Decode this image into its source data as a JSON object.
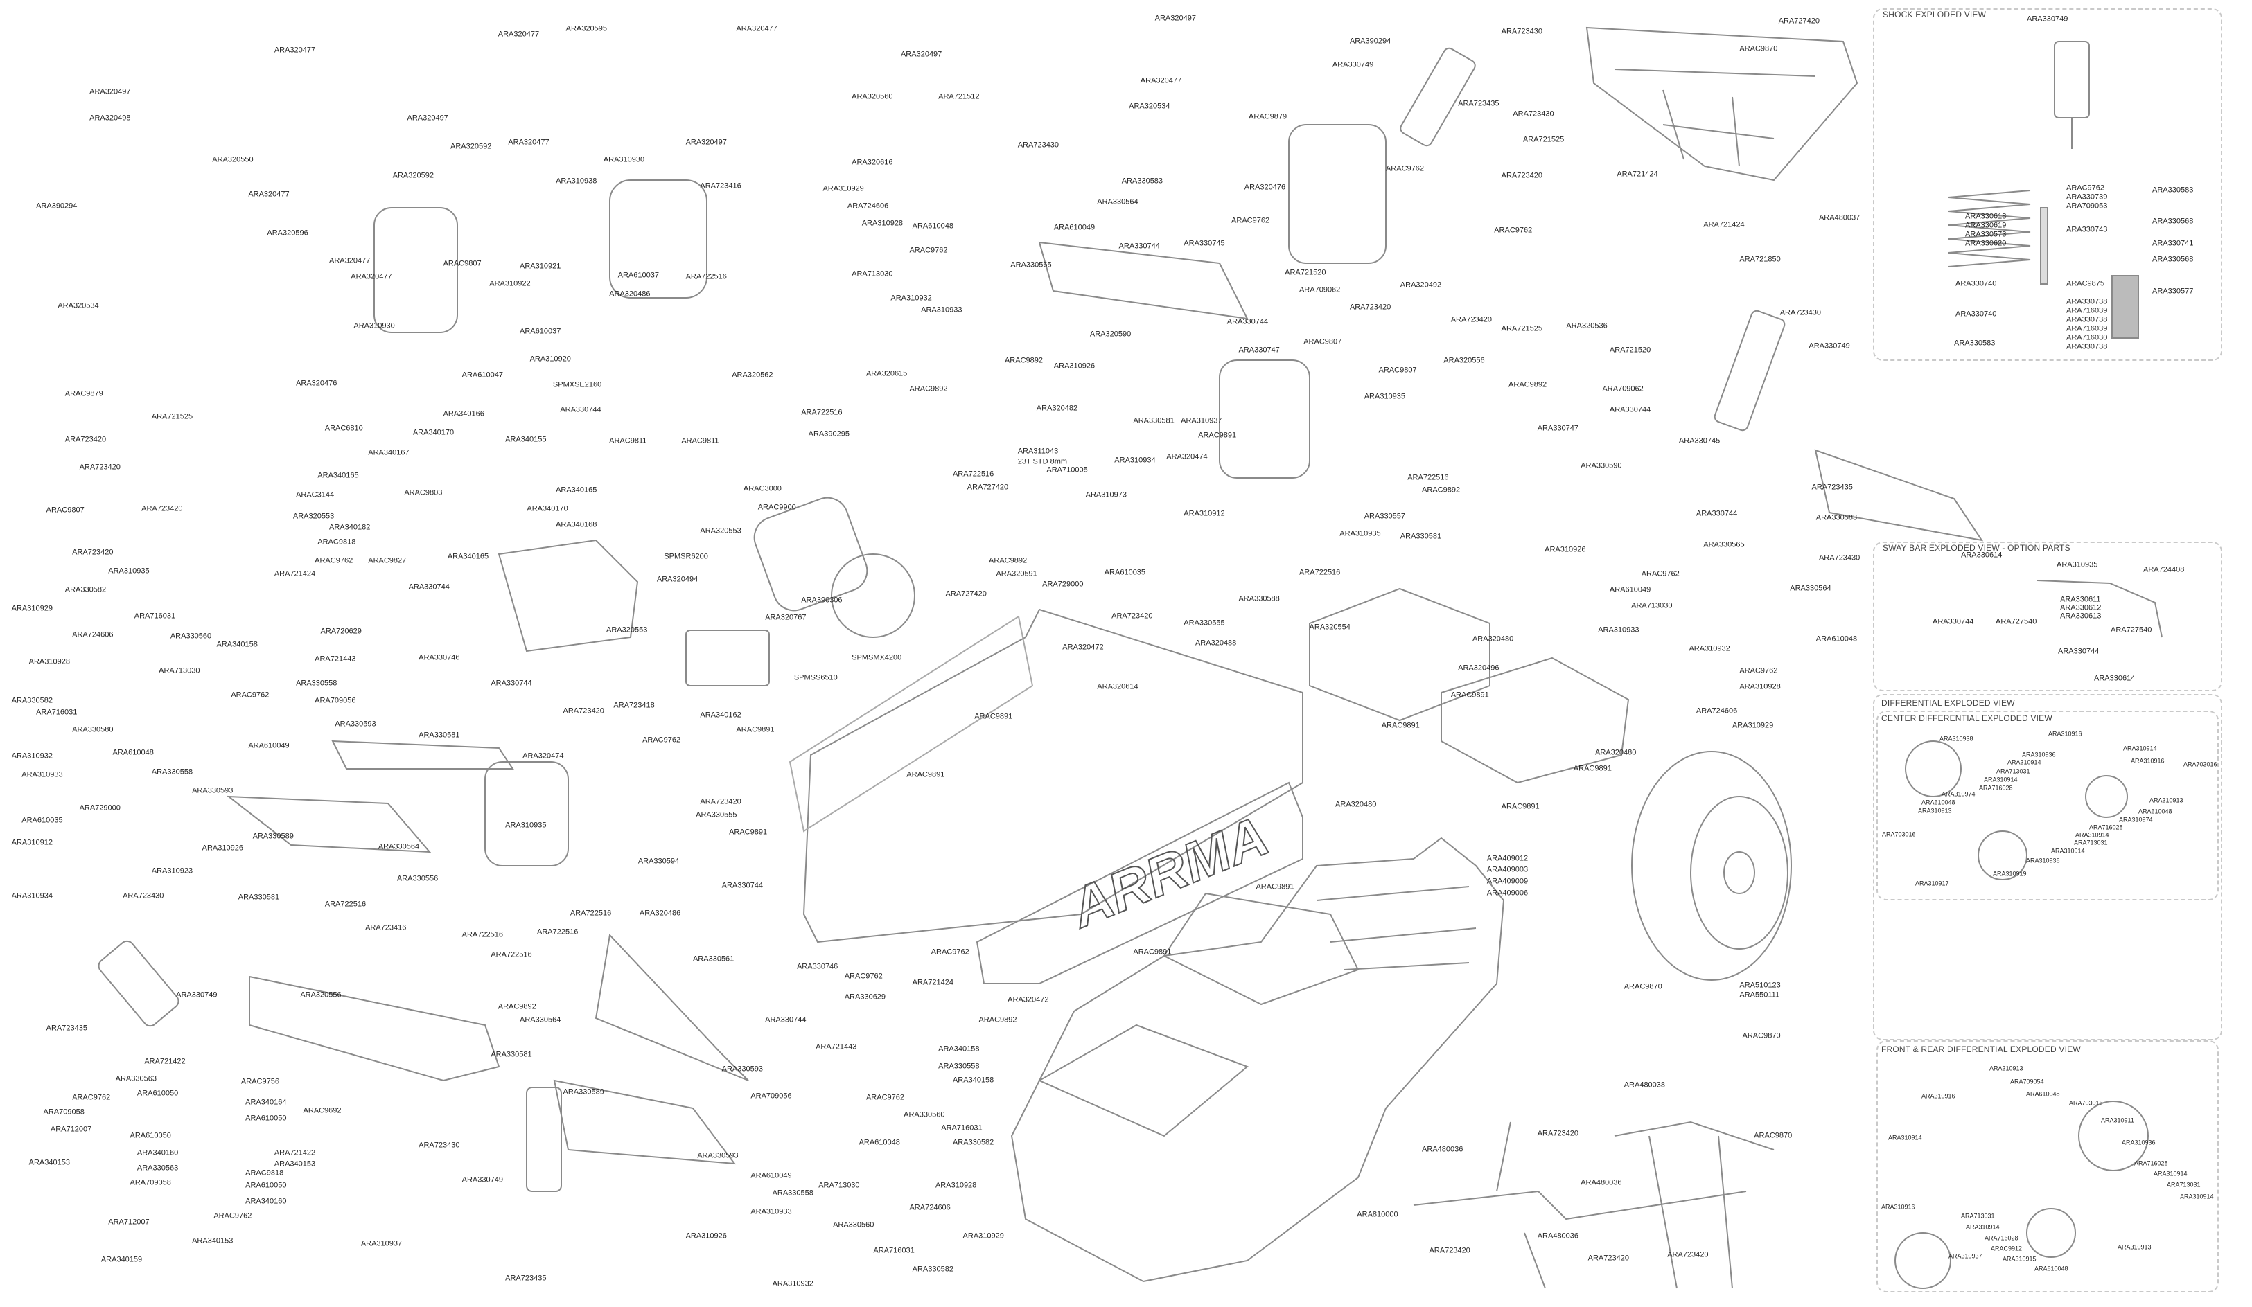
{
  "main": {
    "labels": [
      "ARA320477",
      "ARA320497",
      "ARA320498",
      "ARA320550",
      "ARA390294",
      "ARA320477",
      "ARA320596",
      "ARA320534",
      "ARA320477",
      "ARA320477",
      "ARA310930",
      "ARA320477",
      "ARA320595",
      "ARA320497",
      "ARA320592",
      "ARA320477",
      "ARA320592",
      "ARA310930",
      "ARA310938",
      "ARA320477",
      "ARA320497",
      "ARA320560",
      "ARA721512",
      "ARA320497",
      "ARA723416",
      "ARA320616",
      "ARA310929",
      "ARA724606",
      "ARA310928",
      "ARA610048",
      "ARAC9762",
      "ARA713030",
      "ARA310932",
      "ARA310933",
      "ARA722516",
      "ARA610037",
      "ARA320486",
      "ARA310921",
      "ARA310922",
      "ARA610037",
      "ARA310920",
      "ARA610047",
      "ARAC9807",
      "ARA320476",
      "ARAC9879",
      "ARA721525",
      "ARAC6810",
      "ARA723420",
      "ARA723420",
      "SPMXSE2160",
      "ARA330744",
      "ARA340166",
      "ARA340170",
      "ARA340155",
      "ARAC9811",
      "ARAC9811",
      "ARA340167",
      "ARA340165",
      "ARAC3144",
      "ARAC9803",
      "ARA320553",
      "ARA340182",
      "ARAC9818",
      "ARAC9762",
      "ARAC9827",
      "ARA340165",
      "ARA340170",
      "ARA340168",
      "ARA340165",
      "ARAC3000",
      "ARAC9900",
      "ARA320553",
      "SPMSR6200",
      "ARA320494",
      "ARA320553",
      "ARA330744",
      "ARA720629",
      "ARA721443",
      "ARA721424",
      "ARA330746",
      "ARA330744",
      "ARA330558",
      "ARA340158",
      "ARA330560",
      "ARA716031",
      "ARA724606",
      "ARA310929",
      "ARA330582",
      "ARA310935",
      "ARA723420",
      "ARAC9807",
      "ARA723420",
      "ARA310928",
      "ARA713030",
      "ARA330582",
      "ARA716031",
      "ARA330580",
      "ARA310932",
      "ARA610048",
      "ARA330558",
      "ARA310933",
      "ARAC9762",
      "ARA709056",
      "ARA610049",
      "ARA330593",
      "ARA330581",
      "ARA330593",
      "ARA729000",
      "ARA610035",
      "ARA310912",
      "ARA330589",
      "ARA310926",
      "ARA330564",
      "ARA310923",
      "ARA310934",
      "ARA723430",
      "ARA330581",
      "ARA722516",
      "ARA723416",
      "ARA330749",
      "ARA723435",
      "ARA320556",
      "ARA330556",
      "ARA723420",
      "ARA723418",
      "ARA340162",
      "ARAC9891",
      "ARAC9762",
      "ARA320474",
      "ARA310935",
      "ARA330594",
      "ARA330555",
      "ARA723420",
      "ARAC9891",
      "ARA722516",
      "ARA722516",
      "ARA722516",
      "ARA722516",
      "ARA320486",
      "ARA330744",
      "ARA330561",
      "ARA330746",
      "ARAC9892",
      "ARA330564",
      "ARA330581",
      "ARA330589",
      "ARA330744",
      "ARA330593",
      "ARA721443",
      "ARA330749",
      "ARA310937",
      "ARA723435",
      "ARA310926",
      "ARA330593",
      "ARA310933",
      "ARA330558",
      "ARA610049",
      "ARA709056",
      "ARA713030",
      "ARA330560",
      "ARA716031",
      "ARA310932",
      "ARA330582",
      "ARA310929",
      "ARA724606",
      "ARA310928",
      "ARA330582",
      "ARA716031",
      "ARA330560",
      "ARA610048",
      "ARAC9762",
      "ARA340158",
      "ARA330558",
      "ARA340158",
      "ARA330629",
      "ARAC9762",
      "ARA721424",
      "ARAC9762",
      "ARAC9892",
      "ARA320472",
      "ARAC9891",
      "ARAC9891",
      "ARA723430",
      "ARA721422",
      "ARA330563",
      "ARA610050",
      "ARAC9756",
      "ARA340164",
      "ARA610050",
      "ARAC9762",
      "ARA709058",
      "ARA712007",
      "ARA610050",
      "ARA340160",
      "ARA330563",
      "ARA709058",
      "ARA340153",
      "ARA721422",
      "ARA340153",
      "ARAC9692",
      "ARAC9818",
      "ARA610050",
      "ARA340160",
      "ARA712007",
      "ARA340153",
      "ARAC9762",
      "ARA340159",
      "ARA320472",
      "ARA320614",
      "ARAC9891",
      "ARAC9891",
      "ARA320767",
      "ARA390306",
      "SPMSS6510",
      "SPMSMX4200",
      "ARA727420",
      "ARA729000",
      "ARA320591",
      "ARAC9892",
      "ARA610035",
      "ARA723420",
      "ARA330555",
      "ARA330588",
      "ARA320488",
      "ARA722516",
      "ARA390295",
      "ARA311043",
      "23T STD 8mm",
      "ARA710005",
      "ARA722516",
      "ARA727420",
      "ARA310973",
      "ARA330581",
      "ARA310934",
      "ARA320474",
      "ARA310937",
      "ARA310912",
      "ARAC9891",
      "ARA320482",
      "ARA320615",
      "ARAC9892",
      "ARAC9892",
      "ARA320562",
      "ARA722516",
      "ARA310926",
      "ARA320590",
      "ARA330744",
      "ARA330744",
      "ARA330747",
      "ARAC9807",
      "ARAC9807",
      "ARA709062",
      "ARA723420",
      "ARA320492",
      "ARA723420",
      "ARA721520",
      "ARA310935",
      "ARA320556",
      "ARAC9892",
      "ARA721525",
      "ARA330747",
      "ARA330744",
      "ARA330590",
      "ARA330745",
      "ARA330744",
      "ARA330583",
      "ARA330565",
      "ARA723430",
      "ARA330564",
      "ARA610048",
      "ARA310926",
      "ARA310933",
      "ARA713030",
      "ARA610049",
      "ARAC9762",
      "ARA310932",
      "ARAC9762",
      "ARA310928",
      "ARA724606",
      "ARA310929",
      "ARA320480",
      "ARAC9891",
      "ARAC9891",
      "ARA320496",
      "ARA320480",
      "ARA320480",
      "ARAC9891",
      "ARAC9891",
      "ARA320554",
      "ARA330557",
      "ARA330581",
      "ARA310935",
      "ARA722516",
      "ARAC9892",
      "ARA320497",
      "ARAC9879",
      "ARA320534",
      "ARA320477",
      "ARA330583",
      "ARA330564",
      "ARA330565",
      "ARA610049",
      "ARA330745",
      "ARAC9762",
      "ARA320476",
      "ARA723430",
      "ARA390294",
      "ARA330749",
      "ARA723430",
      "ARA723435",
      "ARA723430",
      "ARAC9870",
      "ARA727420",
      "ARA721525",
      "ARA723420",
      "ARAC9762",
      "ARAC9762",
      "ARA721424",
      "ARA721424",
      "ARA480037",
      "ARA721850",
      "ARA723430",
      "ARA320536",
      "ARA721520",
      "ARA709062",
      "ARA330749",
      "ARA723435",
      "ARA409012",
      "ARA409003",
      "ARA409009",
      "ARA409006",
      "ARA510123",
      "ARA550111",
      "ARAC9870",
      "ARAC9870",
      "ARA480038",
      "ARA723420",
      "ARA480036",
      "ARA480036",
      "ARA480036",
      "ARA723420",
      "ARA723420",
      "ARA723420",
      "ARAC9870",
      "ARA810000"
    ],
    "logo_text": "ARRMA"
  },
  "shock_panel": {
    "title": "SHOCK EXPLODED VIEW",
    "labels": [
      "ARA330749",
      "ARAC9762",
      "ARA330583",
      "ARA330739",
      "ARA709053",
      "ARA330618",
      "ARA330619",
      "ARA330573",
      "ARA330620",
      "ARA330568",
      "ARA330743",
      "ARA330741",
      "ARA330568",
      "ARAC9875",
      "ARA330740",
      "ARA330577",
      "ARA330738",
      "ARA716039",
      "ARA330740",
      "ARA330738",
      "ARA716039",
      "ARA716030",
      "ARA330583",
      "ARA330738"
    ]
  },
  "sway_panel": {
    "title": "SWAY BAR EXPLODED VIEW - OPTION PARTS",
    "labels": [
      "ARA330614",
      "ARA310935",
      "ARA724408",
      "ARA330611",
      "ARA330612",
      "ARA330613",
      "ARA330744",
      "ARA727540",
      "ARA727540",
      "ARA330744",
      "ARA330614"
    ]
  },
  "diff_panel": {
    "title": "DIFFERENTIAL EXPLODED VIEW",
    "center_title": "CENTER DIFFERENTIAL EXPLODED VIEW",
    "labels": [
      "ARA310938",
      "ARA310916",
      "ARA310914",
      "ARA310936",
      "ARA310916",
      "ARA703016",
      "ARA310914",
      "ARA713031",
      "ARA310914",
      "ARA716028",
      "ARA310974",
      "ARA610048",
      "ARA310913",
      "ARA310913",
      "ARA610048",
      "ARA310974",
      "ARA716028",
      "ARA703016",
      "ARA310914",
      "ARA713031",
      "ARA310914",
      "ARA310936",
      "ARA310919",
      "ARA310917"
    ]
  },
  "fr_diff_panel": {
    "title": "FRONT & REAR DIFFERENTIAL EXPLODED VIEW",
    "labels": [
      "ARA310913",
      "ARA709054",
      "ARA610048",
      "ARA310916",
      "ARA703016",
      "ARA310911",
      "ARA310914",
      "ARA310936",
      "ARA716028",
      "ARA310914",
      "ARA713031",
      "ARA310914",
      "ARA310916",
      "ARA713031",
      "ARA310914",
      "ARA716028",
      "ARAC9912",
      "ARA310937",
      "ARA310913",
      "ARA310915",
      "ARA610048"
    ]
  },
  "colors": {
    "line": "#9a9a9a",
    "dark": "#333333",
    "panel_border": "#c9c9c9"
  }
}
